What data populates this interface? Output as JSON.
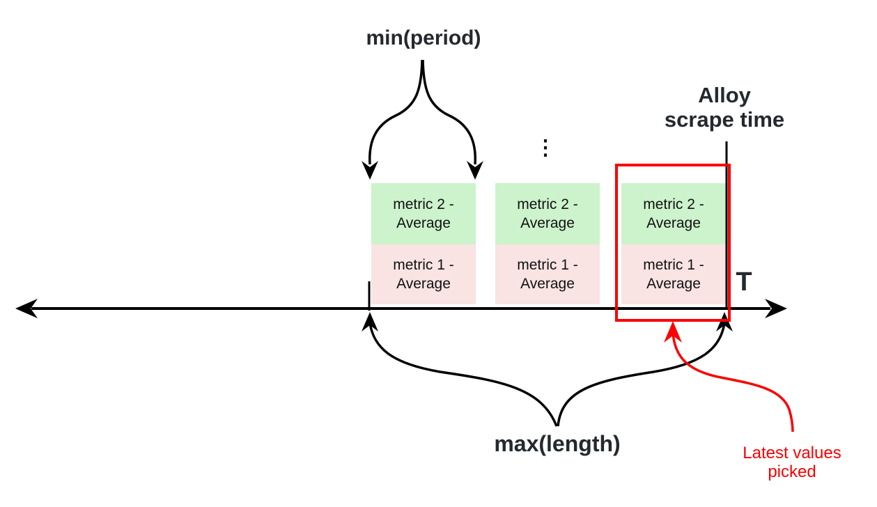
{
  "labels": {
    "min_period": "min(period)",
    "scrape_time": "Alloy\nscrape time",
    "axis_t": "T",
    "max_length": "max(length)",
    "latest_values": "Latest values\npicked",
    "ellipsis": "⋮"
  },
  "groups": [
    {
      "top": "metric 2 - Average",
      "bottom": "metric 1 - Average"
    },
    {
      "top": "metric 2 - Average",
      "bottom": "metric 1 - Average"
    },
    {
      "top": "metric 2 - Average",
      "bottom": "metric 1 - Average"
    }
  ],
  "colors": {
    "metric2_fill": "#ccf3cc",
    "metric1_fill": "#fae3e3",
    "highlight": "#fa0000",
    "ink": "#24292e",
    "line": "#000000"
  }
}
